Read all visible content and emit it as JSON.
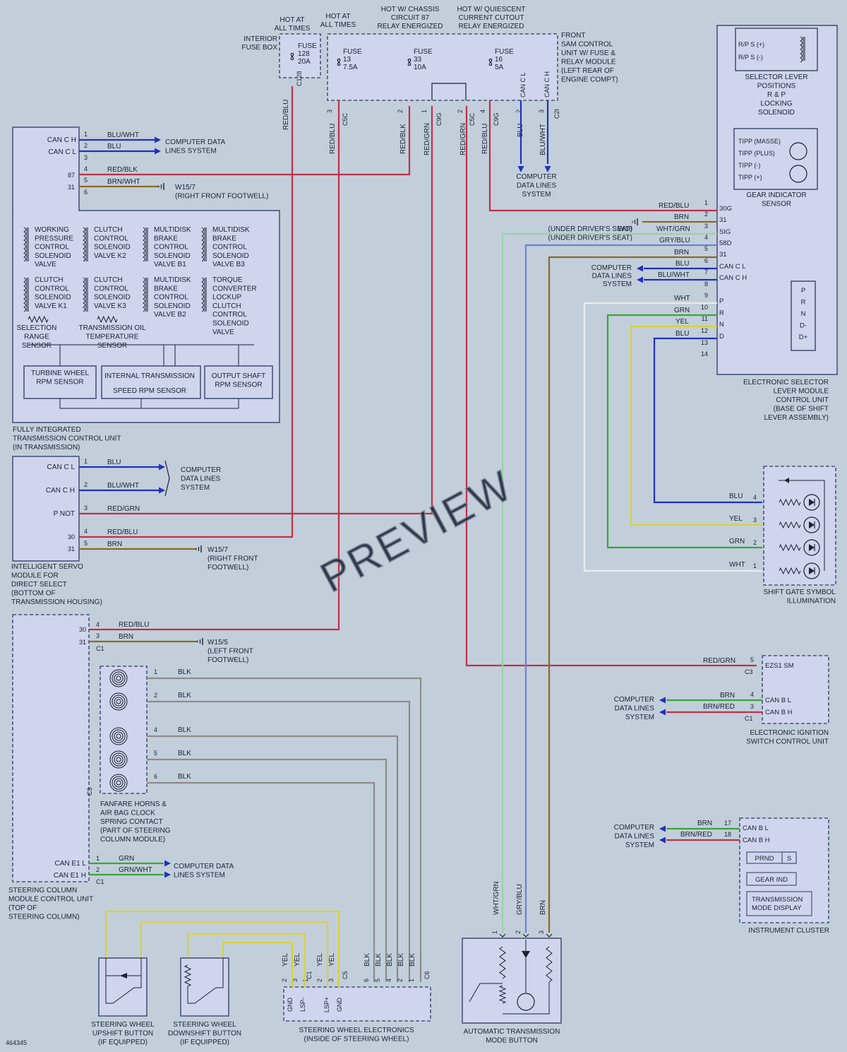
{
  "colors": {
    "background": "#c2cfdb",
    "box_fill": "#cfd5ec",
    "box_stroke": "#4a5578",
    "red": "#c0304a",
    "blue": "#2230c0",
    "green": "#3aa53a",
    "yellow": "#d7d23a",
    "gray": "#8c8c8c",
    "brown": "#8a6a28",
    "white": "#e8ecf0",
    "black": "#1a2233"
  },
  "figure_id": "464345",
  "watermark": "PREVIEW",
  "headers": [
    {
      "id": "hdr-hot-all-1",
      "lines": [
        "HOT AT",
        "ALL TIMES"
      ]
    },
    {
      "id": "hdr-hot-all-2",
      "lines": [
        "HOT AT",
        "ALL TIMES"
      ]
    },
    {
      "id": "hdr-chassis",
      "lines": [
        "HOT W/ CHASSIS",
        "CIRCUIT 87",
        "RELAY ENERGIZED"
      ]
    },
    {
      "id": "hdr-quiescent",
      "lines": [
        "HOT W/ QUIESCENT",
        "CURRENT CUTOUT",
        "RELAY ENERGIZED"
      ]
    }
  ],
  "components": {
    "interior_fuse_box": {
      "label": [
        "INTERIOR",
        "FUSE BOX"
      ],
      "fuse": [
        "FUSE",
        "128",
        "20A"
      ],
      "connector": "C128"
    },
    "sam": {
      "label": [
        "FRONT",
        "SAM CONTROL",
        "UNIT W/ FUSE &",
        "RELAY MODULE",
        "(LEFT REAR OF",
        "ENGINE COMPT)"
      ],
      "fuse13": [
        "FUSE",
        "13",
        "7.5A"
      ],
      "fuse33": [
        "FUSE",
        "33",
        "10A"
      ],
      "fuse16": [
        "FUSE",
        "16",
        "5A"
      ],
      "can_cl": "CAN C L",
      "can_ch": "CAN C H",
      "conn_c5c": "C5C",
      "conn_c9g": "C9G",
      "conn_c2i": "C2I"
    },
    "selector_lever": {
      "rps_plus": "R/P S (+)",
      "rps_minus": "R/P S (-)",
      "label": [
        "SELECTOR LEVER",
        "POSITIONS",
        "R & P",
        "LOCKING",
        "SOLENOID"
      ]
    },
    "gear_indicator": {
      "lines": [
        "TIPP (MASSE)",
        "TIPP (PLUS)",
        "TIPP (-)",
        "TIPP (+)"
      ],
      "label": [
        "GEAR INDICATOR",
        "SENSOR"
      ]
    },
    "eslm": {
      "pins": [
        "30G",
        "31",
        "SIG",
        "58D",
        "31",
        "CAN C L",
        "CAN C H",
        "",
        "P",
        "R",
        "N",
        "D",
        "",
        ""
      ],
      "prnd": [
        "P",
        "R",
        "N",
        "D-",
        "D+"
      ],
      "label": [
        "ELECTRONIC SELECTOR",
        "LEVER MODULE",
        "CONTROL UNIT",
        "(BASE OF SHIFT",
        "LEVER ASSEMBLY)"
      ]
    },
    "tcu": {
      "can_ch": "CAN C H",
      "can_cl": "CAN C L",
      "pin87": "87",
      "pin31": "31",
      "solenoids": [
        [
          "WORKING",
          "PRESSURE",
          "CONTROL",
          "SOLENOID",
          "VALVE"
        ],
        [
          "CLUTCH",
          "CONTROL",
          "SOLENOID",
          "VALVE K2"
        ],
        [
          "MULTIDISK",
          "BRAKE",
          "CONTROL",
          "SOLENOID",
          "VALVE B1"
        ],
        [
          "MULTIDISK",
          "BRAKE",
          "CONTROL",
          "SOLENOID",
          "VALVE B3"
        ],
        [
          "CLUTCH",
          "CONTROL",
          "SOLENOID",
          "VALVE K1"
        ],
        [
          "CLUTCH",
          "CONTROL",
          "SOLENOID",
          "VALVE K3"
        ],
        [
          "MULTIDISK",
          "BRAKE",
          "CONTROL",
          "SOLENOID",
          "VALVE B2"
        ],
        [
          "TORQUE",
          "CONVERTER",
          "LOCKUP",
          "CLUTCH",
          "CONTROL",
          "SOLENOID",
          "VALVE"
        ]
      ],
      "range_sensor": [
        "SELECTION",
        "RANGE",
        "SENSOR"
      ],
      "temp_sensor": [
        "TRANSMISSION OIL",
        "TEMPERATURE",
        "SENSOR"
      ],
      "turbine": [
        "TURBINE WHEEL",
        "RPM SENSOR"
      ],
      "internal": [
        "INTERNAL TRANSMISSION",
        "SPEED RPM SENSOR"
      ],
      "output": [
        "OUTPUT SHAFT",
        "RPM SENSOR"
      ],
      "label": [
        "FULLY INTEGRATED",
        "TRANSMISSION CONTROL UNIT",
        "(IN TRANSMISSION)"
      ]
    },
    "servo": {
      "can_cl": "CAN C L",
      "can_ch": "CAN C H",
      "pnot": "P NOT",
      "pin30": "30",
      "pin31": "31",
      "label": [
        "INTELLIGENT SERVO",
        "MODULE FOR",
        "DIRECT SELECT",
        "(BOTTOM OF",
        "TRANSMISSION HOUSING)"
      ]
    },
    "scm": {
      "pin30": "30",
      "pin31": "31",
      "conn_c1": "C1",
      "can_e1l": "CAN E1 L",
      "can_e1h": "CAN E1 H",
      "label": [
        "STEERING COLUMN",
        "MODULE CONTROL UNIT",
        "(TOP OF",
        "STEERING COLUMN)"
      ]
    },
    "clock_spring": {
      "label": [
        "FANFARE HORNS &",
        "AIR BAG CLOCK",
        "SPRING CONTACT",
        "(PART OF STEERING",
        "COLUMN MODULE)"
      ],
      "conn": "C3"
    },
    "shift_gate": {
      "label": [
        "SHIFT GATE SYMBOL",
        "ILLUMINATION"
      ]
    },
    "ezs": {
      "pin_label": "EZS1 SM",
      "can_bl": "CAN B L",
      "can_bh": "CAN B H",
      "conn_c3": "C3",
      "conn_c1": "C1",
      "label": [
        "ELECTRONIC IGNITION",
        "SWITCH CONTROL UNIT"
      ]
    },
    "cluster": {
      "can_bl": "CAN B L",
      "can_bh": "CAN B H",
      "prnd": "PRND",
      "s": "S",
      "gear_ind": "GEAR IND",
      "tmd": [
        "TRANSMISSION",
        "MODE DISPLAY"
      ],
      "label": [
        "INSTRUMENT CLUSTER"
      ]
    },
    "swe": {
      "pins": [
        "GND",
        "LSP-",
        "LSP+",
        "GND"
      ],
      "conn_c1": "C1",
      "conn_c5": "C5",
      "conn_c6": "C6",
      "label": [
        "STEERING WHEEL ELECTRONICS",
        "(INSIDE OF STEERING WHEEL)"
      ]
    },
    "upshift": {
      "label": [
        "STEERING WHEEL",
        "UPSHIFT BUTTON",
        "(IF EQUIPPED)"
      ]
    },
    "downshift": {
      "label": [
        "STEERING WHEEL",
        "DOWNSHIFT BUTTON",
        "(IF EQUIPPED)"
      ]
    },
    "atmb": {
      "label": [
        "AUTOMATIC TRANSMISSION",
        "MODE BUTTON"
      ]
    }
  },
  "refs": {
    "cdl3": [
      "COMPUTER DATA",
      "LINES SYSTEM"
    ],
    "cdl2": [
      "COMPUTER DATA",
      "LINES SYSTEM"
    ],
    "cdl_sam": [
      "COMPUTER",
      "DATA LINES",
      "SYSTEM"
    ],
    "cdl_eslm": [
      "COMPUTER",
      "DATA LINES",
      "SYSTEM"
    ],
    "cdl_servo": [
      "COMPUTER",
      "DATA LINES",
      "SYSTEM"
    ],
    "cdl_ezs": [
      "COMPUTER",
      "DATA LINES",
      "SYSTEM"
    ],
    "cdl_cluster": [
      "COMPUTER",
      "DATA LINES",
      "SYSTEM"
    ],
    "cdl_scm": [
      "COMPUTER DATA",
      "LINES SYSTEM"
    ]
  },
  "grounds": {
    "g_tcu": [
      "W15/7",
      "(RIGHT FRONT FOOTWELL)"
    ],
    "g_servo": [
      "W15/7",
      "(RIGHT FRONT",
      "FOOTWELL)"
    ],
    "g_scm": [
      "W15/5",
      "(LEFT FRONT",
      "FOOTWELL)"
    ],
    "g_eslm": [
      "W18",
      "(UNDER DRIVER'S SEAT)"
    ]
  },
  "wire_labels": [
    {
      "id": "w-tcu-1",
      "text": "BLU/WHT"
    },
    {
      "id": "w-tcu-2",
      "text": "BLU"
    },
    {
      "id": "w-tcu-4",
      "text": "RED/BLK"
    },
    {
      "id": "w-tcu-5",
      "text": "BRN/WHT"
    },
    {
      "id": "w-sv-1",
      "text": "BLU"
    },
    {
      "id": "w-sv-2",
      "text": "BLU/WHT"
    },
    {
      "id": "w-sv-3",
      "text": "RED/GRN"
    },
    {
      "id": "w-sv-4",
      "text": "RED/BLU"
    },
    {
      "id": "w-sv-5",
      "text": "BRN"
    },
    {
      "id": "w-scm-4",
      "text": "RED/BLU"
    },
    {
      "id": "w-scm-3",
      "text": "BRN"
    },
    {
      "id": "w-cs-1",
      "text": "BLK"
    },
    {
      "id": "w-cs-2",
      "text": "BLK"
    },
    {
      "id": "w-cs-4",
      "text": "BLK"
    },
    {
      "id": "w-cs-5",
      "text": "BLK"
    },
    {
      "id": "w-cs-6",
      "text": "BLK"
    },
    {
      "id": "w-scm-c1",
      "text": "GRN"
    },
    {
      "id": "w-scm-c2",
      "text": "GRN/WHT"
    },
    {
      "id": "v-fuse128",
      "text": "RED/BLU"
    },
    {
      "id": "v-sam3",
      "text": "RED/BLU"
    },
    {
      "id": "v-sam2",
      "text": "RED/BLK"
    },
    {
      "id": "v-sam1",
      "text": "RED/GRN"
    },
    {
      "id": "v-sam2b",
      "text": "RED/GRN"
    },
    {
      "id": "v-sam4",
      "text": "RED/BLU"
    },
    {
      "id": "v-can2",
      "text": "BLU"
    },
    {
      "id": "v-can3",
      "text": "BLU/WHT"
    },
    {
      "id": "e-1",
      "text": "RED/BLU"
    },
    {
      "id": "e-2",
      "text": "BRN"
    },
    {
      "id": "e-3",
      "text": "WHT/GRN"
    },
    {
      "id": "e-4",
      "text": "GRY/BLU"
    },
    {
      "id": "e-5",
      "text": "BRN"
    },
    {
      "id": "e-6",
      "text": "BLU"
    },
    {
      "id": "e-7",
      "text": "BLU/WHT"
    },
    {
      "id": "e-9",
      "text": "WHT"
    },
    {
      "id": "e-10",
      "text": "GRN"
    },
    {
      "id": "e-11",
      "text": "YEL"
    },
    {
      "id": "e-12",
      "text": "BLU"
    },
    {
      "id": "sg-4",
      "text": "BLU"
    },
    {
      "id": "sg-3",
      "text": "YEL"
    },
    {
      "id": "sg-2",
      "text": "GRN"
    },
    {
      "id": "sg-1",
      "text": "WHT"
    },
    {
      "id": "ez-5",
      "text": "RED/GRN"
    },
    {
      "id": "ez-4",
      "text": "BRN"
    },
    {
      "id": "ez-3",
      "text": "BRN/RED"
    },
    {
      "id": "ic-17",
      "text": "BRN"
    },
    {
      "id": "ic-18",
      "text": "BRN/RED"
    },
    {
      "id": "at-1",
      "text": "WHT/GRN"
    },
    {
      "id": "at-2",
      "text": "GRY/BLU"
    },
    {
      "id": "at-3",
      "text": "BRN"
    },
    {
      "id": "sw-y1",
      "text": "YEL"
    },
    {
      "id": "sw-y2",
      "text": "YEL"
    },
    {
      "id": "sw-y3",
      "text": "YEL"
    },
    {
      "id": "sw-y4",
      "text": "YEL"
    },
    {
      "id": "sw-b1",
      "text": "BLK"
    },
    {
      "id": "sw-b2",
      "text": "BLK"
    },
    {
      "id": "sw-b3",
      "text": "BLK"
    },
    {
      "id": "sw-b4",
      "text": "BLK"
    },
    {
      "id": "sw-b5",
      "text": "BLK"
    }
  ]
}
